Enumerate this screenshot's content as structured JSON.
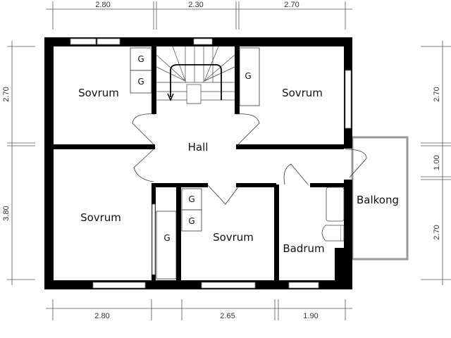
{
  "rooms": {
    "sovrum_top_left": "Sovrum",
    "sovrum_top_right": "Sovrum",
    "hall": "Hall",
    "sovrum_bottom_left": "Sovrum",
    "sovrum_bottom_mid": "Sovrum",
    "badrum": "Badrum",
    "balkong": "Balkong"
  },
  "closet_label": "G",
  "dimensions": {
    "top": [
      "2.80",
      "2.30",
      "2.70"
    ],
    "bottom": [
      "2.80",
      "2.65",
      "1.90"
    ],
    "left": [
      "2.70",
      "3.80"
    ],
    "right": [
      "2.70",
      "1.00",
      "2.70"
    ]
  }
}
